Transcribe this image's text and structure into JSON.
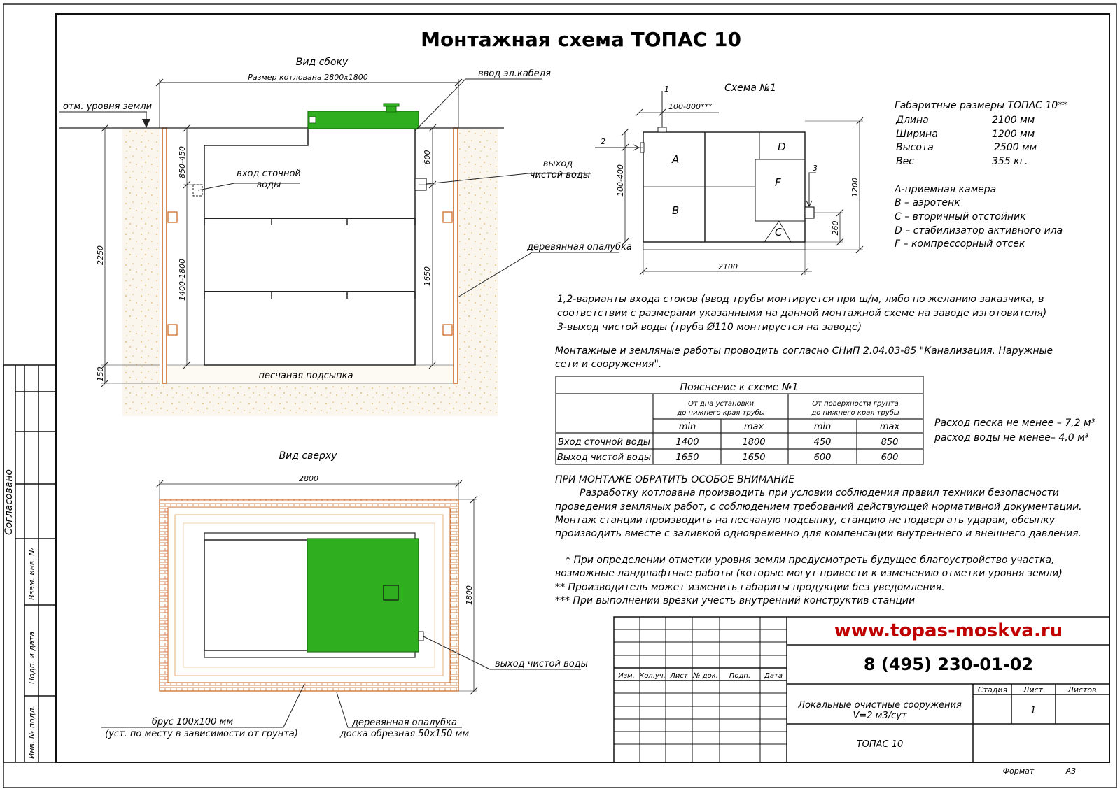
{
  "title": "Монтажная схема ТОПАС 10",
  "side_view": {
    "caption": "Вид сбоку",
    "pit_size": "Размер котлована 2800х1800",
    "ground_mark": "отм. уровня земли",
    "cable": "ввод эл.кабеля",
    "inlet_1": "вход сточной",
    "inlet_2": "воды",
    "outlet_1": "выход",
    "outlet_2": "чистой воды",
    "formwork": "деревянная опалубка",
    "sand": "песчаная подсыпка",
    "dim_850_450": "850-450",
    "dim_600": "600",
    "dim_2250": "2250",
    "dim_1400_1800": "1400-1800",
    "dim_1650": "1650",
    "dim_150": "150"
  },
  "top_view": {
    "caption": "Вид сверху",
    "dim_2800": "2800",
    "dim_1800": "1800",
    "outlet": "выход чистой воды",
    "beam_1": "брус 100х100 мм",
    "beam_2": "(уст. по месту в зависимости от грунта)",
    "formwork_1": "деревянная опалубка",
    "formwork_2": "доска обрезная 50х150 мм"
  },
  "scheme1": {
    "caption": "Схема №1",
    "n1": "1",
    "n2": "2",
    "n3": "3",
    "dim_100_800": "100-800***",
    "dim_100_400": "100-400",
    "dim_1200": "1200",
    "dim_260": "260",
    "dim_2100": "2100",
    "A": "A",
    "B": "B",
    "C": "C",
    "D": "D",
    "F": "F"
  },
  "dimensions": {
    "heading": "Габаритные размеры ТОПАС 10**",
    "rows": [
      {
        "label": "Длина",
        "value": "2100 мм"
      },
      {
        "label": "Ширина",
        "value": "1200 мм"
      },
      {
        "label": "Высота",
        "value": "2500 мм"
      },
      {
        "label": "Вес",
        "value": "355 кг."
      }
    ]
  },
  "legend": [
    "А-приемная камера",
    "В – аэротенк",
    "С – вторичный отстойник",
    "D – стабилизатор активного ила",
    "F – компрессорный отсек"
  ],
  "notes": [
    "1,2-варианты входа стоков (ввод трубы монтируется при ш/м, либо по желанию заказчика, в",
    "соответствии с размерами указанными на данной монтажной схеме на заводе изготовителя)",
    "3-выход чистой воды (труба Ø110 монтируется на заводе)"
  ],
  "snip": [
    "Монтажные и земляные работы проводить согласно СНиП 2.04.03-85 \"Канализация. Наружные",
    "сети и сооружения\"."
  ],
  "table": {
    "title": "Пояснение к схеме №1",
    "group1_1": "От дна установки",
    "group1_2": "до нижнего края трубы",
    "group2_1": "От поверхности грунта",
    "group2_2": "до нижнего края трубы",
    "min": "min",
    "max": "max",
    "rows": [
      {
        "label": "Вход сточной воды",
        "v1": "1400",
        "v2": "1800",
        "v3": "450",
        "v4": "850"
      },
      {
        "label": "Выход чистой воды",
        "v1": "1650",
        "v2": "1650",
        "v3": "600",
        "v4": "600"
      }
    ]
  },
  "consumption": [
    "Расход песка не менее – 7,2 м³",
    "расход воды не менее– 4,0 м³"
  ],
  "attention": {
    "heading": "ПРИ МОНТАЖЕ ОБРАТИТЬ ОСОБОЕ ВНИМАНИЕ",
    "lines": [
      "Разработку котлована производить при условии соблюдения правил техники безопасности",
      "проведения земляных работ, с соблюдением требований действующей нормативной документации.",
      "Монтаж станции производить на песчаную подсыпку, станцию не подвергать ударам, обсыпку",
      "производить вместе с заливкой одновременно для компенсации внутреннего и внешнего давления."
    ]
  },
  "footnotes": [
    "* При определении отметки уровня земли предусмотреть будущее благоустройство участка,",
    "возможные ландшафтные работы (которые могут привести к изменению отметки уровня земли)",
    "** Производитель может изменить габариты продукции без уведомления.",
    "*** При выполнении врезки учесть внутренний конструктив станции"
  ],
  "stamp": {
    "website": "www.topas-moskva.ru",
    "phone": "8 (495) 230-01-02",
    "cols": [
      "Изм.",
      "Кол.уч.",
      "Лист",
      "№ док.",
      "Подп.",
      "Дата"
    ],
    "stage": "Стадия",
    "sheet": "Лист",
    "sheets": "Листов",
    "sheet_no": "1",
    "desc_1": "Локальные очистные сооружения",
    "desc_2": "V=2 м3/сут",
    "product": "ТОПАС 10",
    "format": "Формат",
    "format_value": "А3"
  },
  "margin": {
    "agreed": "Согласовано",
    "inv_swap": "Взам. инв. №",
    "sign_date": "Подп. и дата",
    "inv_orig": "Инв. № подл."
  },
  "colors": {
    "green": "#2fae1f",
    "orange": "#c8621a",
    "sand": "#e8c98a"
  }
}
